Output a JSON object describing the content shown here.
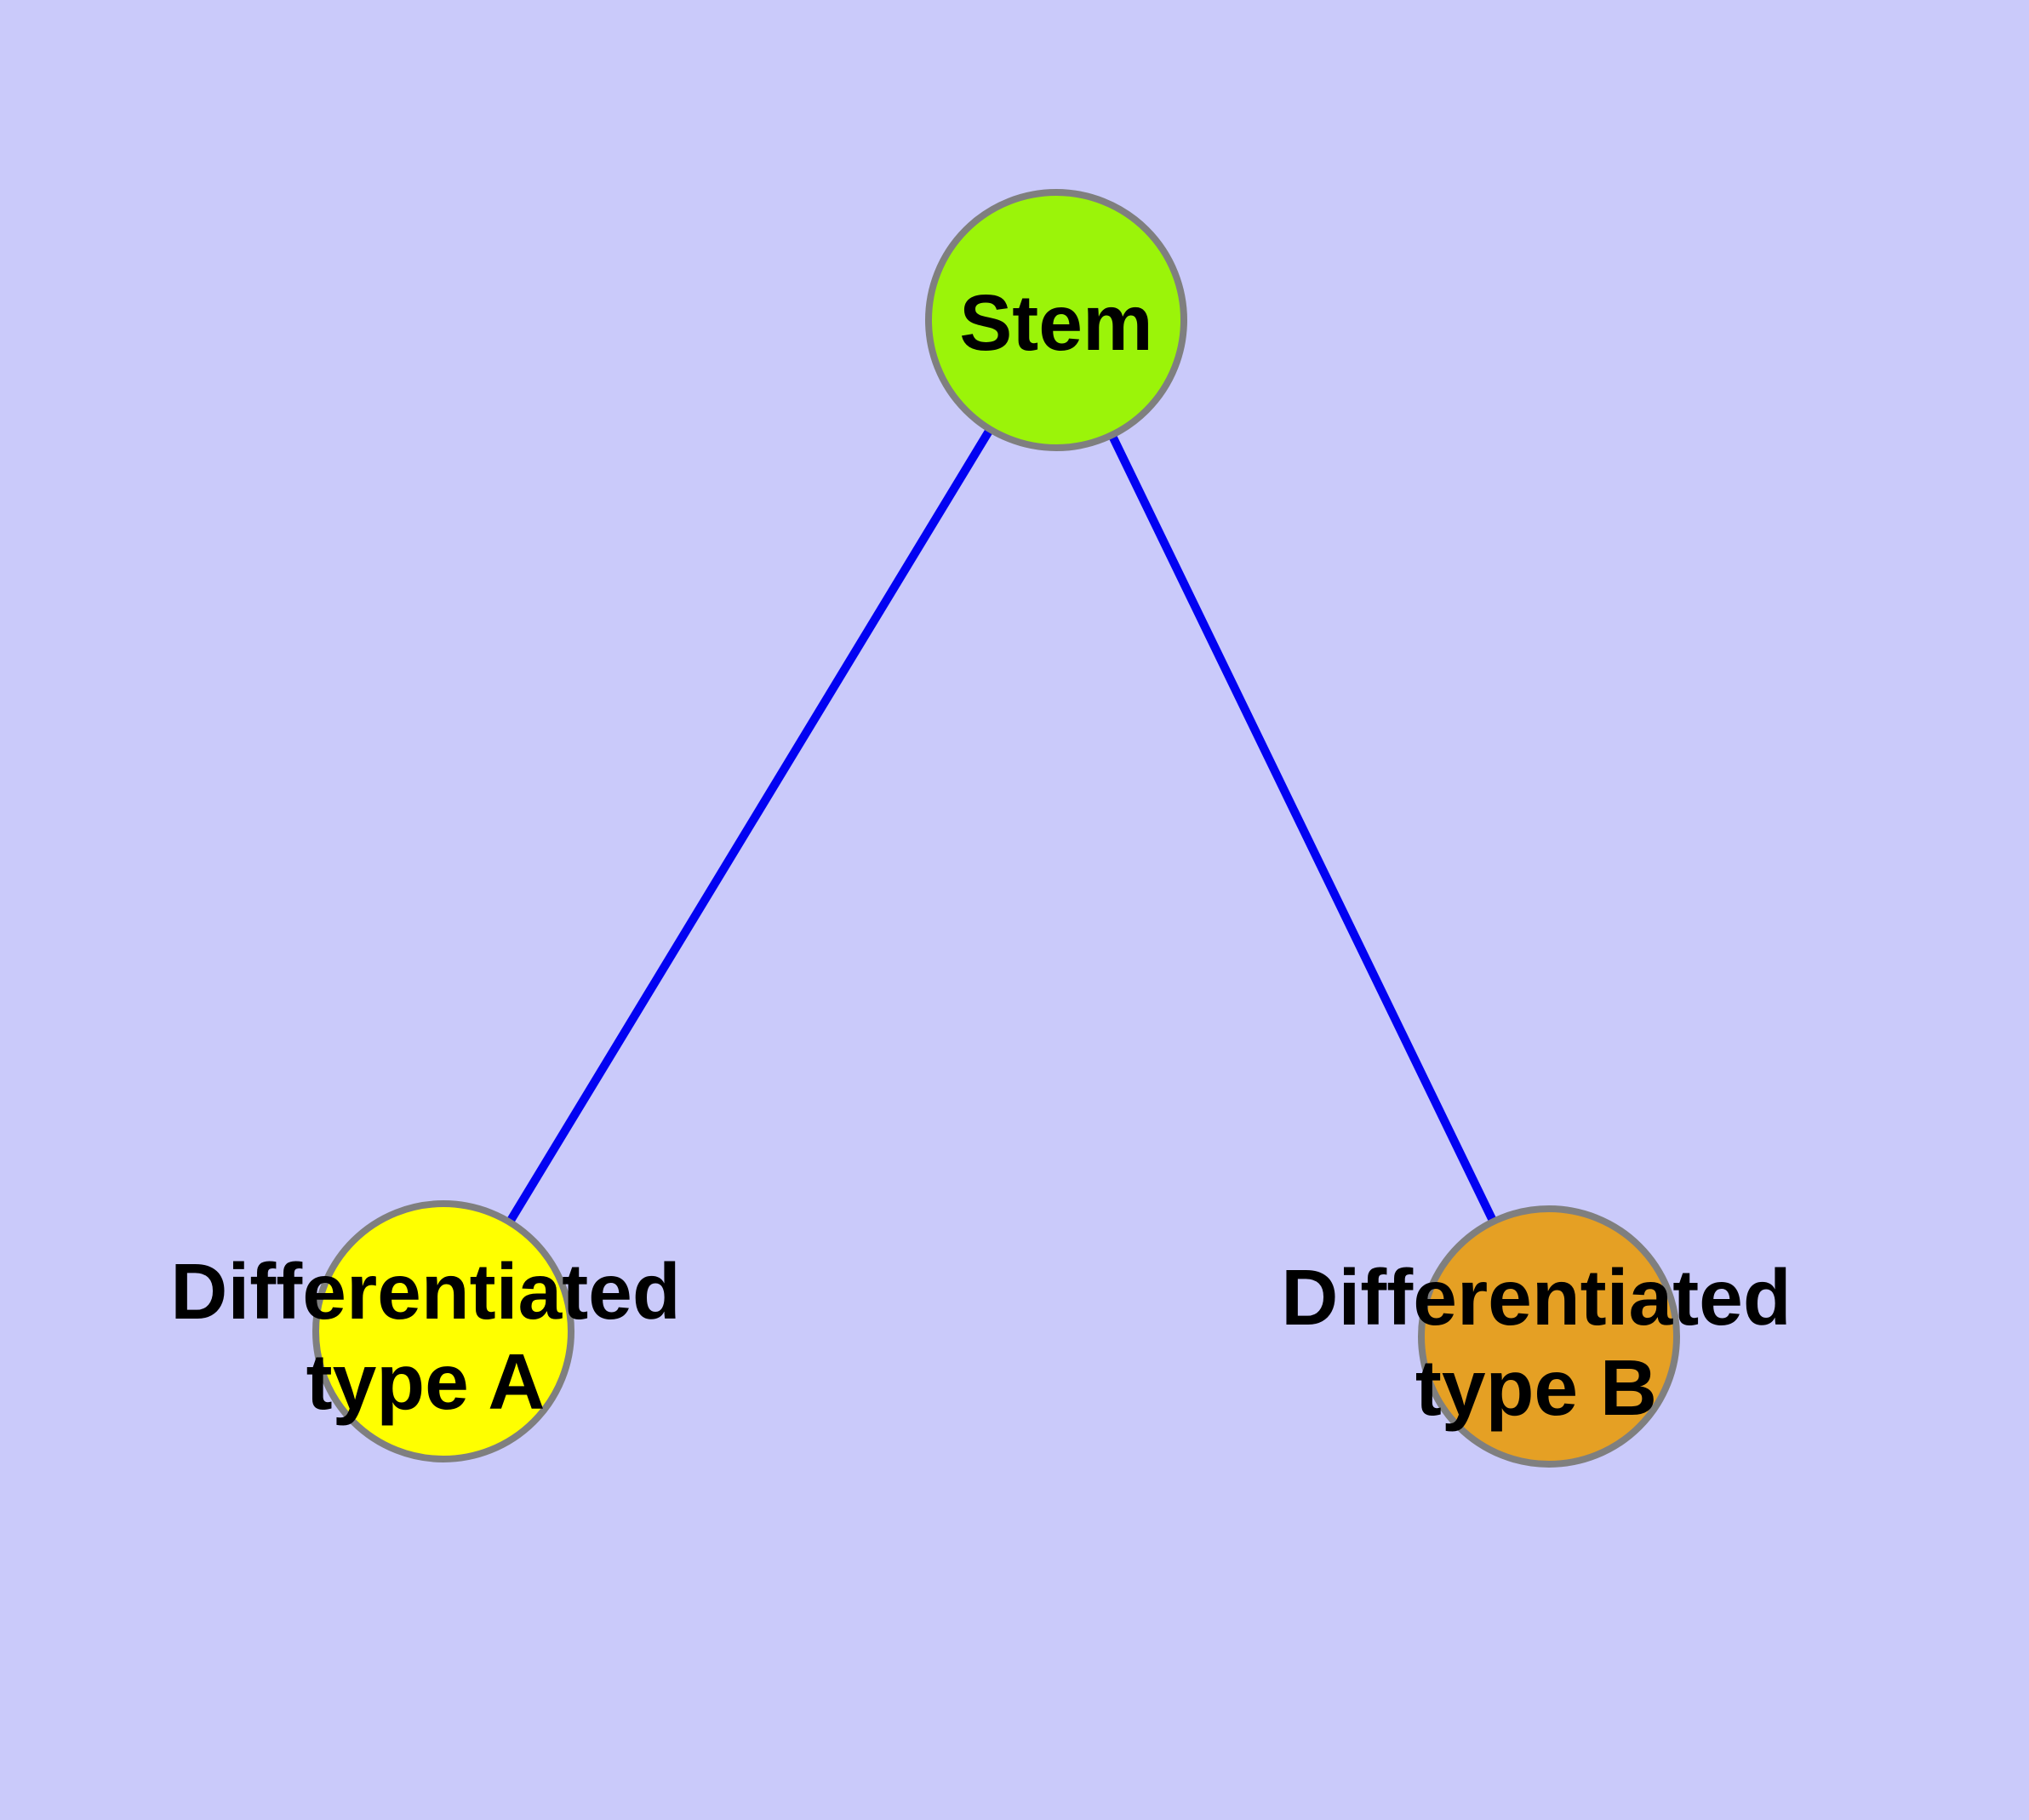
{
  "diagram": {
    "type": "graph",
    "description": "Cell differentiation tree: a Stem node connected by two edges to two differentiated cell-type nodes",
    "nodes": [
      {
        "id": "stem",
        "label": "Stem",
        "label_lines": [
          "Stem"
        ],
        "fill": "#9BF409"
      },
      {
        "id": "diff-a",
        "label": "Differentiated type A",
        "label_lines": [
          "Differentiated",
          "type A"
        ],
        "fill": "#FFFF00"
      },
      {
        "id": "diff-b",
        "label": "Differentiated type B",
        "label_lines": [
          "Differentiated",
          "type B"
        ],
        "fill": "#E5A024"
      }
    ],
    "edges": [
      {
        "from": "stem",
        "to": "diff-a"
      },
      {
        "from": "stem",
        "to": "diff-b"
      }
    ],
    "colors": {
      "background": "#CACAFA",
      "node_border": "#7F7F7F",
      "edge": "#0202F2",
      "label_text": "#000000"
    }
  }
}
